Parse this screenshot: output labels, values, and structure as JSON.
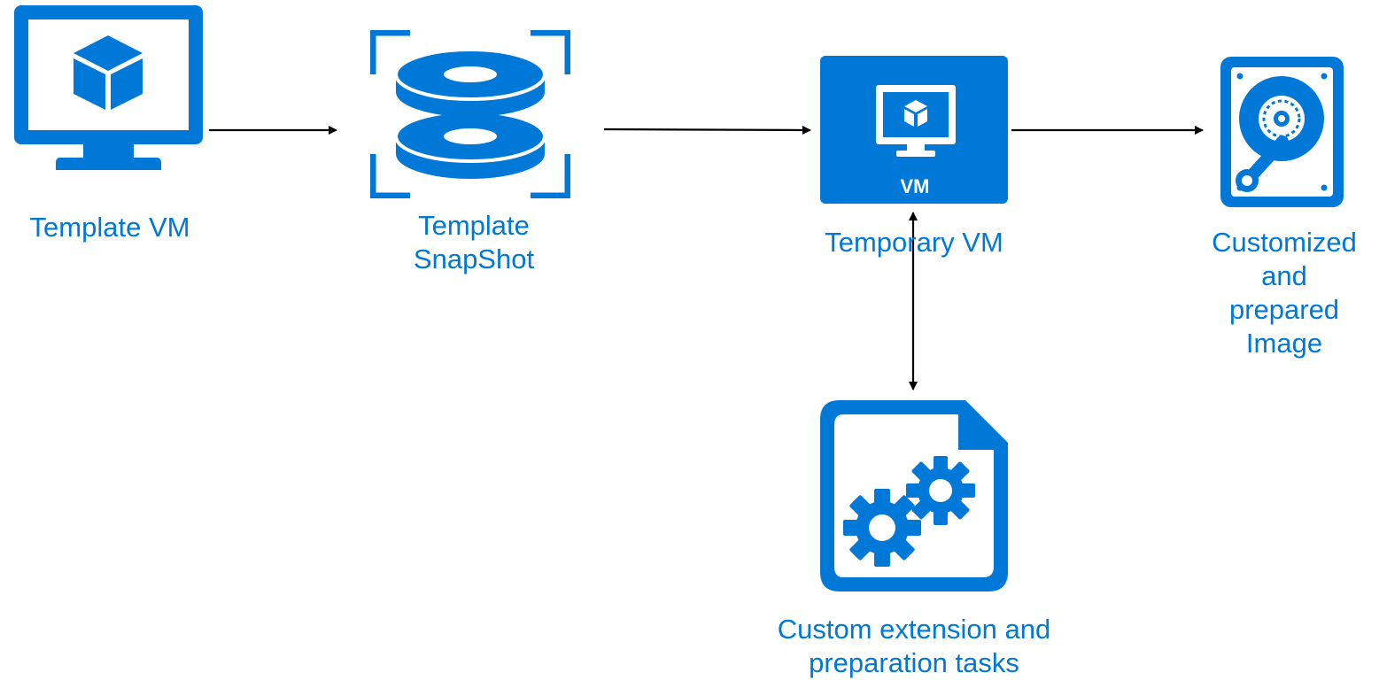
{
  "colors": {
    "brand_blue": "#0078d7",
    "arrow": "#000000",
    "background": "#ffffff"
  },
  "nodes": {
    "template_vm": {
      "icon": "monitor-cube-icon",
      "label": "Template VM"
    },
    "template_snapshot": {
      "icon": "disk-snapshot-icon",
      "label": "Template\nSnapShot"
    },
    "temporary_vm": {
      "icon": "vm-tile-icon",
      "badge": "VM",
      "label": "Temporary VM"
    },
    "custom_tasks": {
      "icon": "gear-document-icon",
      "label": "Custom extension and\npreparation tasks"
    },
    "prepared_image": {
      "icon": "hard-drive-icon",
      "label": "Customized\nand\nprepared\nImage"
    }
  },
  "edges": [
    {
      "from": "Template VM",
      "to": "Template SnapShot",
      "direction": "forward"
    },
    {
      "from": "Template SnapShot",
      "to": "Temporary VM",
      "direction": "forward"
    },
    {
      "from": "Temporary VM",
      "to": "Customized and prepared Image",
      "direction": "forward"
    },
    {
      "from": "Temporary VM",
      "to": "Custom extension and preparation tasks",
      "direction": "both"
    }
  ]
}
